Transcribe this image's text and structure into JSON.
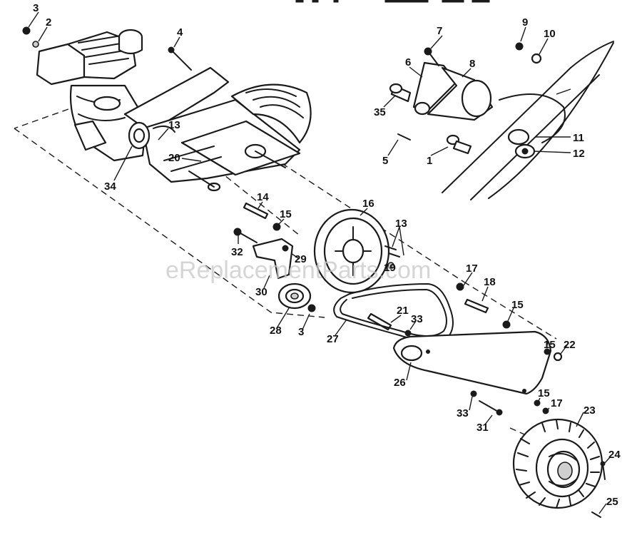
{
  "watermark": "eReplacementParts.com",
  "callouts": {
    "c1": "1",
    "c2": "2",
    "c3a": "3",
    "c3b": "3",
    "c4": "4",
    "c5": "5",
    "c6": "6",
    "c7": "7",
    "c8": "8",
    "c9": "9",
    "c10": "10",
    "c11": "11",
    "c12": "12",
    "c13a": "13",
    "c13b": "13",
    "c14": "14",
    "c15a": "15",
    "c15b": "15",
    "c15c": "15",
    "c15d": "15",
    "c16": "16",
    "c17a": "17",
    "c17b": "17",
    "c18": "18",
    "c19": "19",
    "c20": "20",
    "c21": "21",
    "c22": "22",
    "c23": "23",
    "c24": "24",
    "c25": "25",
    "c26": "26",
    "c27": "27",
    "c28": "28",
    "c29": "29",
    "c30": "30",
    "c31": "31",
    "c32": "32",
    "c33a": "33",
    "c33b": "33",
    "c34": "34",
    "c35": "35"
  }
}
